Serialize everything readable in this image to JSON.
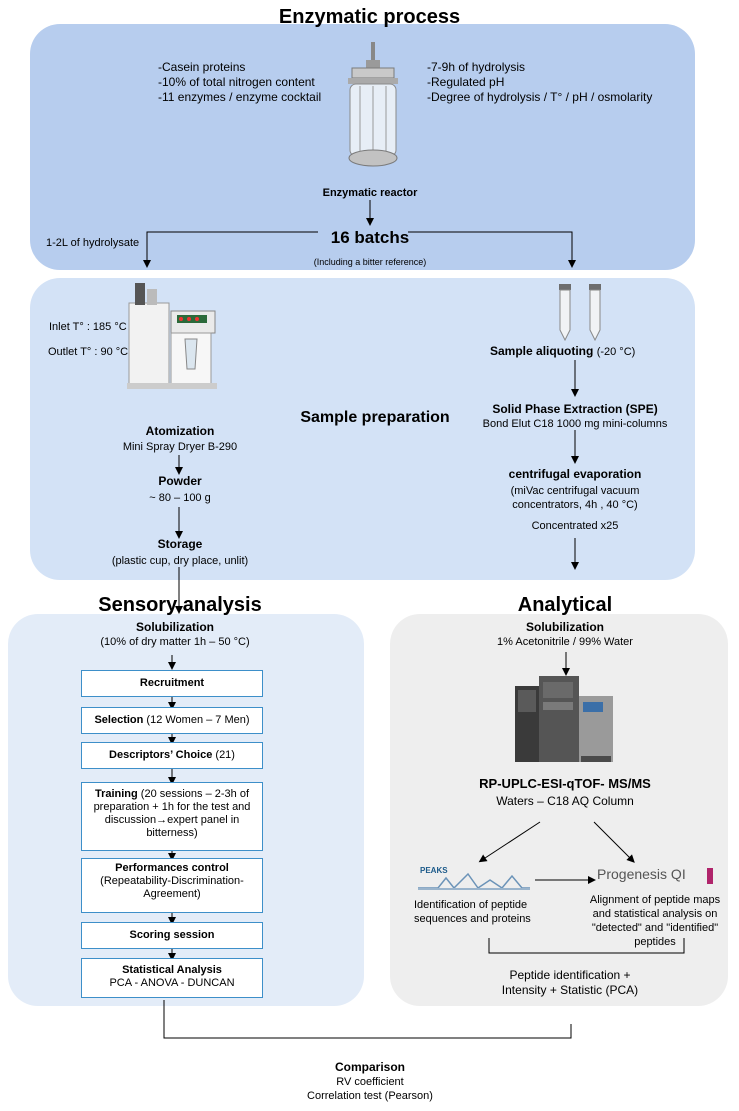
{
  "enzymatic": {
    "title": "Enzymatic process",
    "left_bullets": [
      "-Casein proteins",
      "-10% of total nitrogen content",
      "-11 enzymes / enzyme cocktail"
    ],
    "right_bullets": [
      "-7-9h of hydrolysis",
      "-Regulated pH",
      "-Degree of hydrolysis / T° / pH / osmolarity"
    ],
    "reactor_label": "Enzymatic reactor",
    "hydrolysate": "1-2L of hydrolysate",
    "batches": "16 batchs",
    "batches_note": "(Including a bitter reference)"
  },
  "sample_prep": {
    "title": "Sample preparation",
    "inlet": "Inlet T° : 185 °C",
    "outlet": "Outlet T° : 90 °C",
    "atomization": "Atomization",
    "atomization_sub": "Mini Spray Dryer B-290",
    "powder": "Powder",
    "powder_sub": "~ 80 – 100 g",
    "storage": "Storage",
    "storage_sub": "(plastic cup, dry place, unlit)",
    "aliquoting": "Sample aliquoting",
    "aliquoting_temp": "(-20 °C)",
    "spe": "Solid Phase Extraction (SPE)",
    "spe_sub": "Bond Elut C18 1000 mg mini-columns",
    "evap": "centrifugal evaporation",
    "evap_sub1": "(miVac centrifugal vacuum",
    "evap_sub2": "concentrators,  4h , 40 °C)",
    "concentrated": "Concentrated x25"
  },
  "sensory": {
    "title": "Sensory analysis",
    "solub": "Solubilization",
    "solub_sub": "(10% of dry matter 1h – 50 °C)",
    "steps": [
      {
        "bold": "Recruitment",
        "rest": ""
      },
      {
        "bold": "Selection",
        "rest": " (12 Women – 7 Men)"
      },
      {
        "bold": "Descriptors’ Choice",
        "rest": " (21)"
      },
      {
        "bold": "Training",
        "rest": " (20 sessions – 2-3h of preparation + 1h for the test and discussion→expert panel in bitterness)"
      },
      {
        "bold": "Performances control",
        "rest": "(Repeatability-Discrimination-Agreement)"
      },
      {
        "bold": "Scoring session",
        "rest": ""
      },
      {
        "bold": "Statistical Analysis",
        "rest": "PCA - ANOVA - DUNCAN"
      }
    ]
  },
  "analytical": {
    "title": "Analytical",
    "solub": "Solubilization",
    "solub_sub": "1% Acetonitrile / 99% Water",
    "instrument": "RP-UPLC-ESI-qTOF- MS/MS",
    "column": "Waters – C18 AQ Column",
    "peaks_logo": "PEAKS",
    "progenesis_logo": "Progenesis QI",
    "peaks_desc1": "Identification of peptide",
    "peaks_desc2": "sequences and proteins",
    "prog_desc1": "Alignment of peptide maps",
    "prog_desc2": "and statistical analysis on",
    "prog_desc3": "\"detected\" and \"identified\"",
    "prog_desc4": "peptides",
    "result1": "Peptide identification +",
    "result2": "Intensity + Statistic (PCA)"
  },
  "comparison": {
    "title": "Comparison",
    "line1": "RV coefficient",
    "line2": "Correlation test (Pearson)"
  },
  "colors": {
    "panel_top": "#b7cdee",
    "panel_mid": "#d3e2f6",
    "panel_sensory": "#e3ecf8",
    "panel_analytical": "#eeeeee",
    "box_border": "#3d8fc9"
  }
}
